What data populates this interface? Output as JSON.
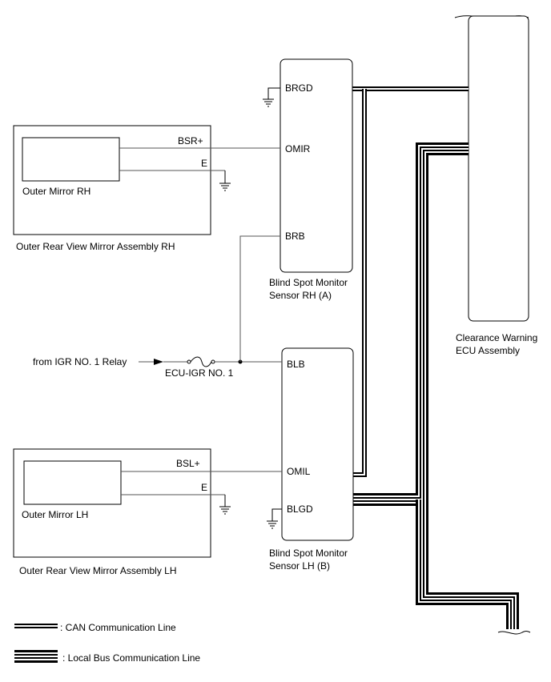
{
  "components": {
    "sensor_rh": {
      "pins": [
        "BRGD",
        "OMIR",
        "BRB"
      ],
      "caption_line1": "Blind Spot Monitor",
      "caption_line2": "Sensor RH (A)"
    },
    "sensor_lh": {
      "pins": [
        "BLB",
        "OMIL",
        "BLGD"
      ],
      "caption_line1": "Blind Spot Monitor",
      "caption_line2": "Sensor LH (B)"
    },
    "mirror_rh": {
      "inner_label": "Outer Mirror RH",
      "assembly_label": "Outer Rear View Mirror Assembly RH",
      "wire_signal": "BSR+",
      "wire_ground": "E"
    },
    "mirror_lh": {
      "inner_label": "Outer Mirror LH",
      "assembly_label": "Outer Rear View Mirror Assembly LH",
      "wire_signal": "BSL+",
      "wire_ground": "E"
    },
    "ecu": {
      "label_line1": "Clearance Warning",
      "label_line2": "ECU Assembly"
    },
    "power": {
      "source": "from IGR NO. 1 Relay",
      "fuse": "ECU-IGR NO. 1"
    }
  },
  "legend": {
    "can": ": CAN Communication Line",
    "local_bus": ": Local Bus Communication Line"
  }
}
